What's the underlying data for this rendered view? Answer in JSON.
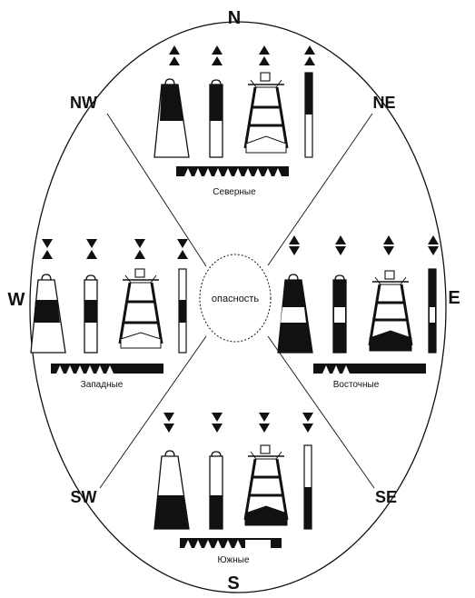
{
  "compass": {
    "n": "N",
    "ne": "NE",
    "e": "E",
    "se": "SE",
    "s": "S",
    "sw": "SW",
    "w": "W",
    "nw": "NW"
  },
  "center": {
    "label": "опасность"
  },
  "sectors": {
    "north": {
      "label": "Северные"
    },
    "east": {
      "label": "Восточные"
    },
    "south": {
      "label": "Южные"
    },
    "west": {
      "label": "Западные"
    }
  },
  "colors": {
    "line": "#111111",
    "fill": "#111111",
    "paper": "#ffffff"
  }
}
